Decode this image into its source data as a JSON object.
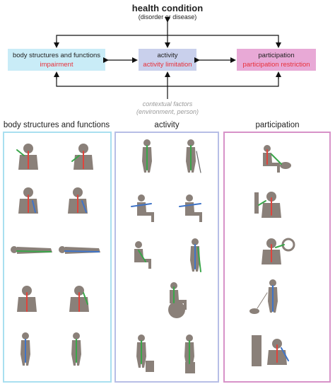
{
  "header": {
    "title": "health condition",
    "subtitle": "(disorder or disease)"
  },
  "boxes": {
    "body": {
      "label": "body structures and functions",
      "sub": "impairment",
      "color": "#c9ecf7"
    },
    "activity": {
      "label": "activity",
      "sub": "activity limitation",
      "color": "#c9d0ec"
    },
    "participation": {
      "label": "participation",
      "sub": "participation restriction",
      "color": "#e8a9d6"
    }
  },
  "context": {
    "line1": "contextual factors",
    "line2": "(environment, person)"
  },
  "panels": {
    "body": {
      "title": "body structures and functions",
      "border": "#a9dff0"
    },
    "activity": {
      "title": "activity",
      "border": "#b7bee6"
    },
    "participation": {
      "title": "participation",
      "border": "#d792c8"
    }
  },
  "colors": {
    "silhouette": "#8a8079",
    "limb_green": "#3aa64a",
    "limb_blue": "#3f74c8",
    "spine_red": "#e0443c",
    "arrow": "#111111"
  }
}
